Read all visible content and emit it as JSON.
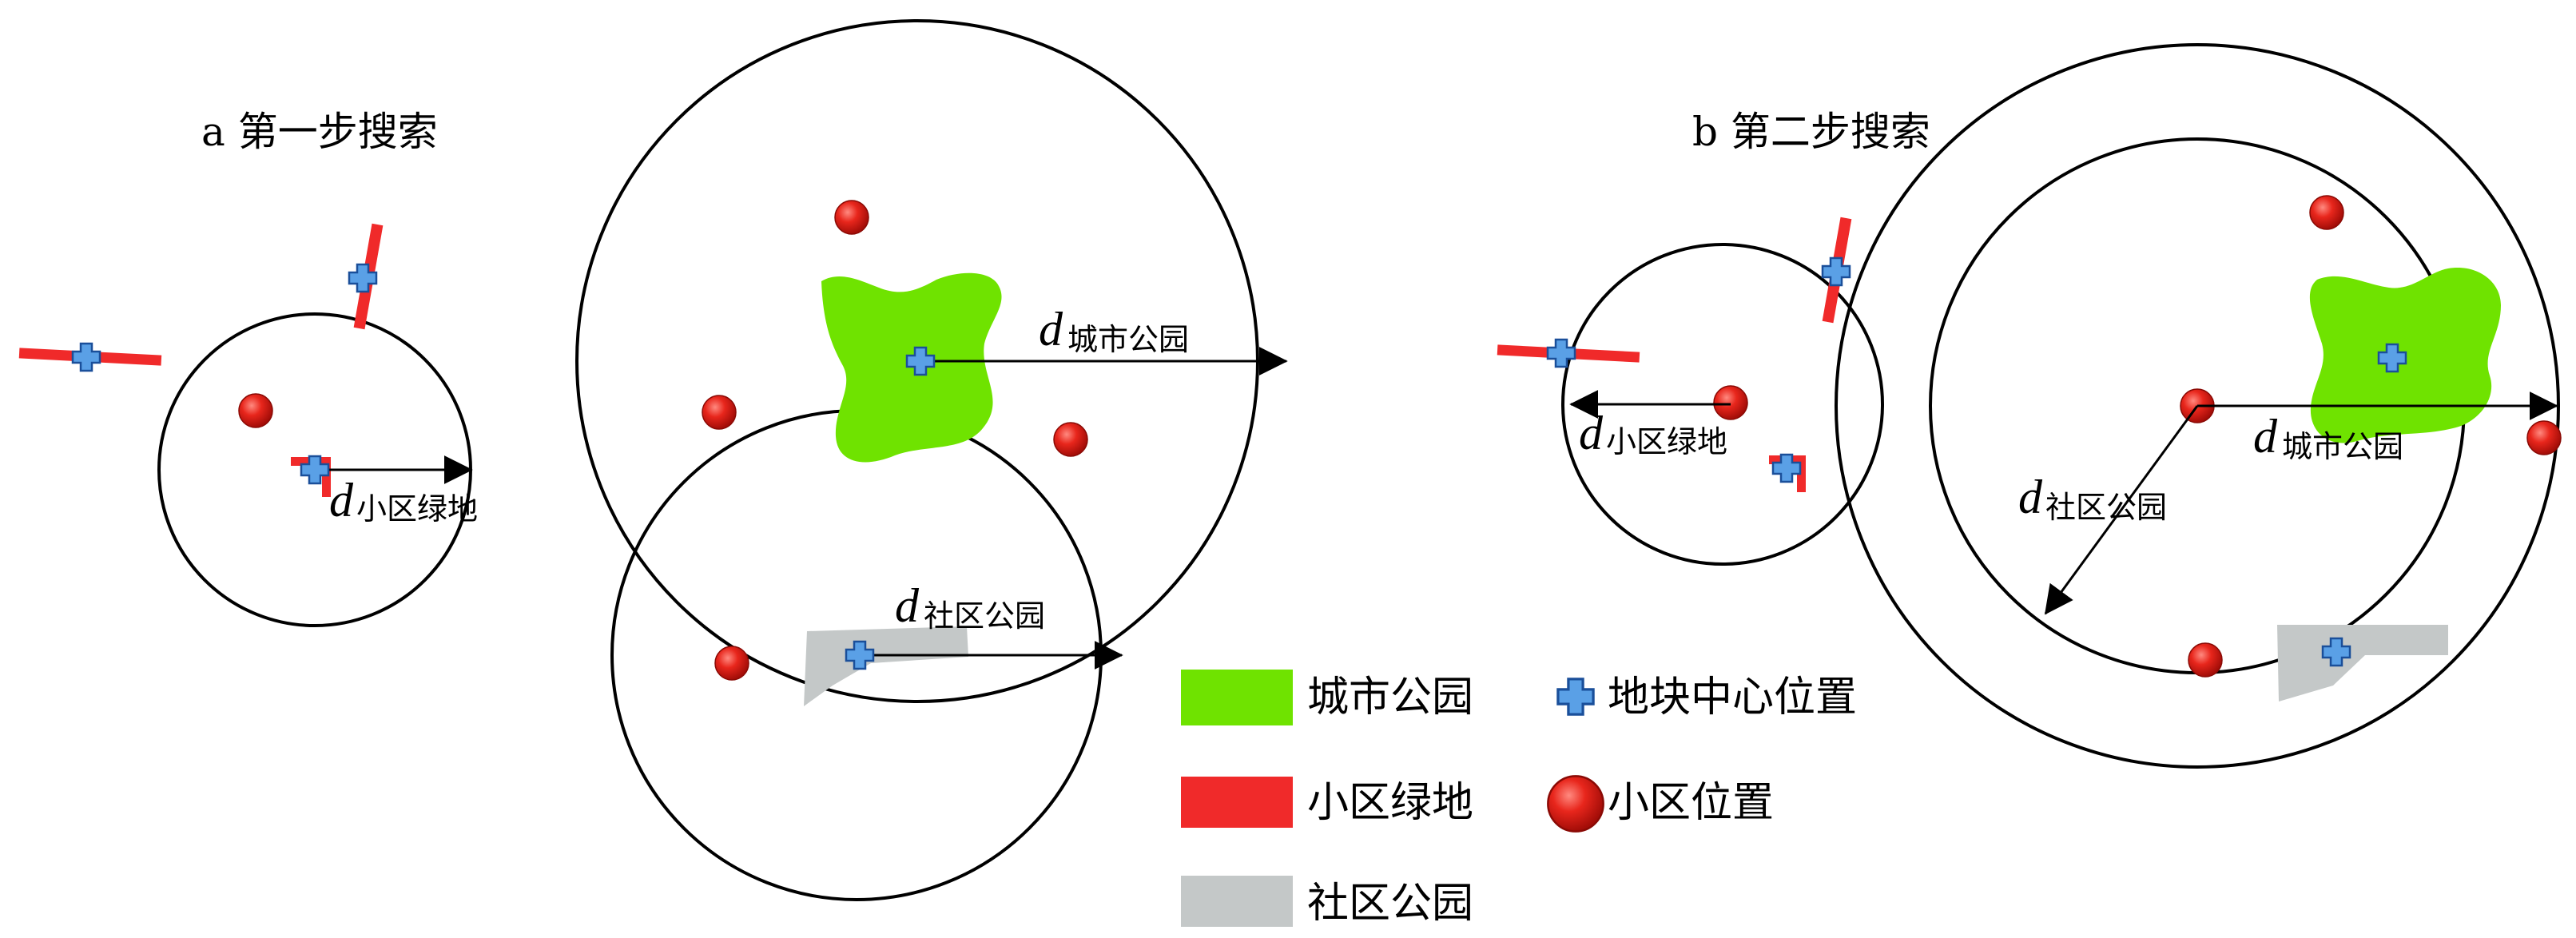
{
  "panels": {
    "a": {
      "title": "a 第一步搜索"
    },
    "b": {
      "title": "b 第二步搜索"
    }
  },
  "labels": {
    "d": "d",
    "xiaoqu_lvdi": "小区绿地",
    "chengshi_gongyuan": "城市公园",
    "shequ_gongyuan": "社区公园"
  },
  "legend": {
    "items": [
      {
        "label": "城市公园",
        "symbol": "green-patch"
      },
      {
        "label": "地块中心位置",
        "symbol": "blue-cross"
      },
      {
        "label": "小区绿地",
        "symbol": "red-bar"
      },
      {
        "label": "小区位置",
        "symbol": "red-dot"
      },
      {
        "label": "社区公园",
        "symbol": "gray-patch"
      }
    ]
  },
  "colors": {
    "city_park": "#6fe300",
    "green_space": "#f02a2a",
    "community_park": "#c4c8c8",
    "cross_fill": "#5aa0e6",
    "cross_stroke": "#1a4f9a",
    "dot": "#e0201a"
  }
}
